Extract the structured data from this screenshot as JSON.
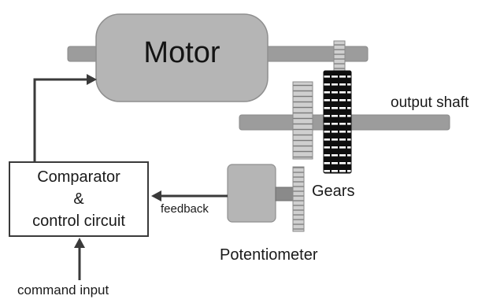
{
  "labels": {
    "motor": "Motor",
    "output_shaft": "output shaft",
    "gears": "Gears",
    "potentiometer": "Potentiometer",
    "feedback": "feedback",
    "command_input": "command input"
  },
  "comparator": {
    "line1": "Comparator",
    "line2": "&",
    "line3": "control circuit"
  },
  "colors": {
    "motor_fill": "#b5b5b5",
    "shaft_fill": "#9c9c9c",
    "gear_light": "#d2d2d2",
    "gear_dark": "#0e0e0e",
    "arrow": "#3a3a3a"
  },
  "icons": {
    "arrowheads": "triangle-arrow"
  }
}
